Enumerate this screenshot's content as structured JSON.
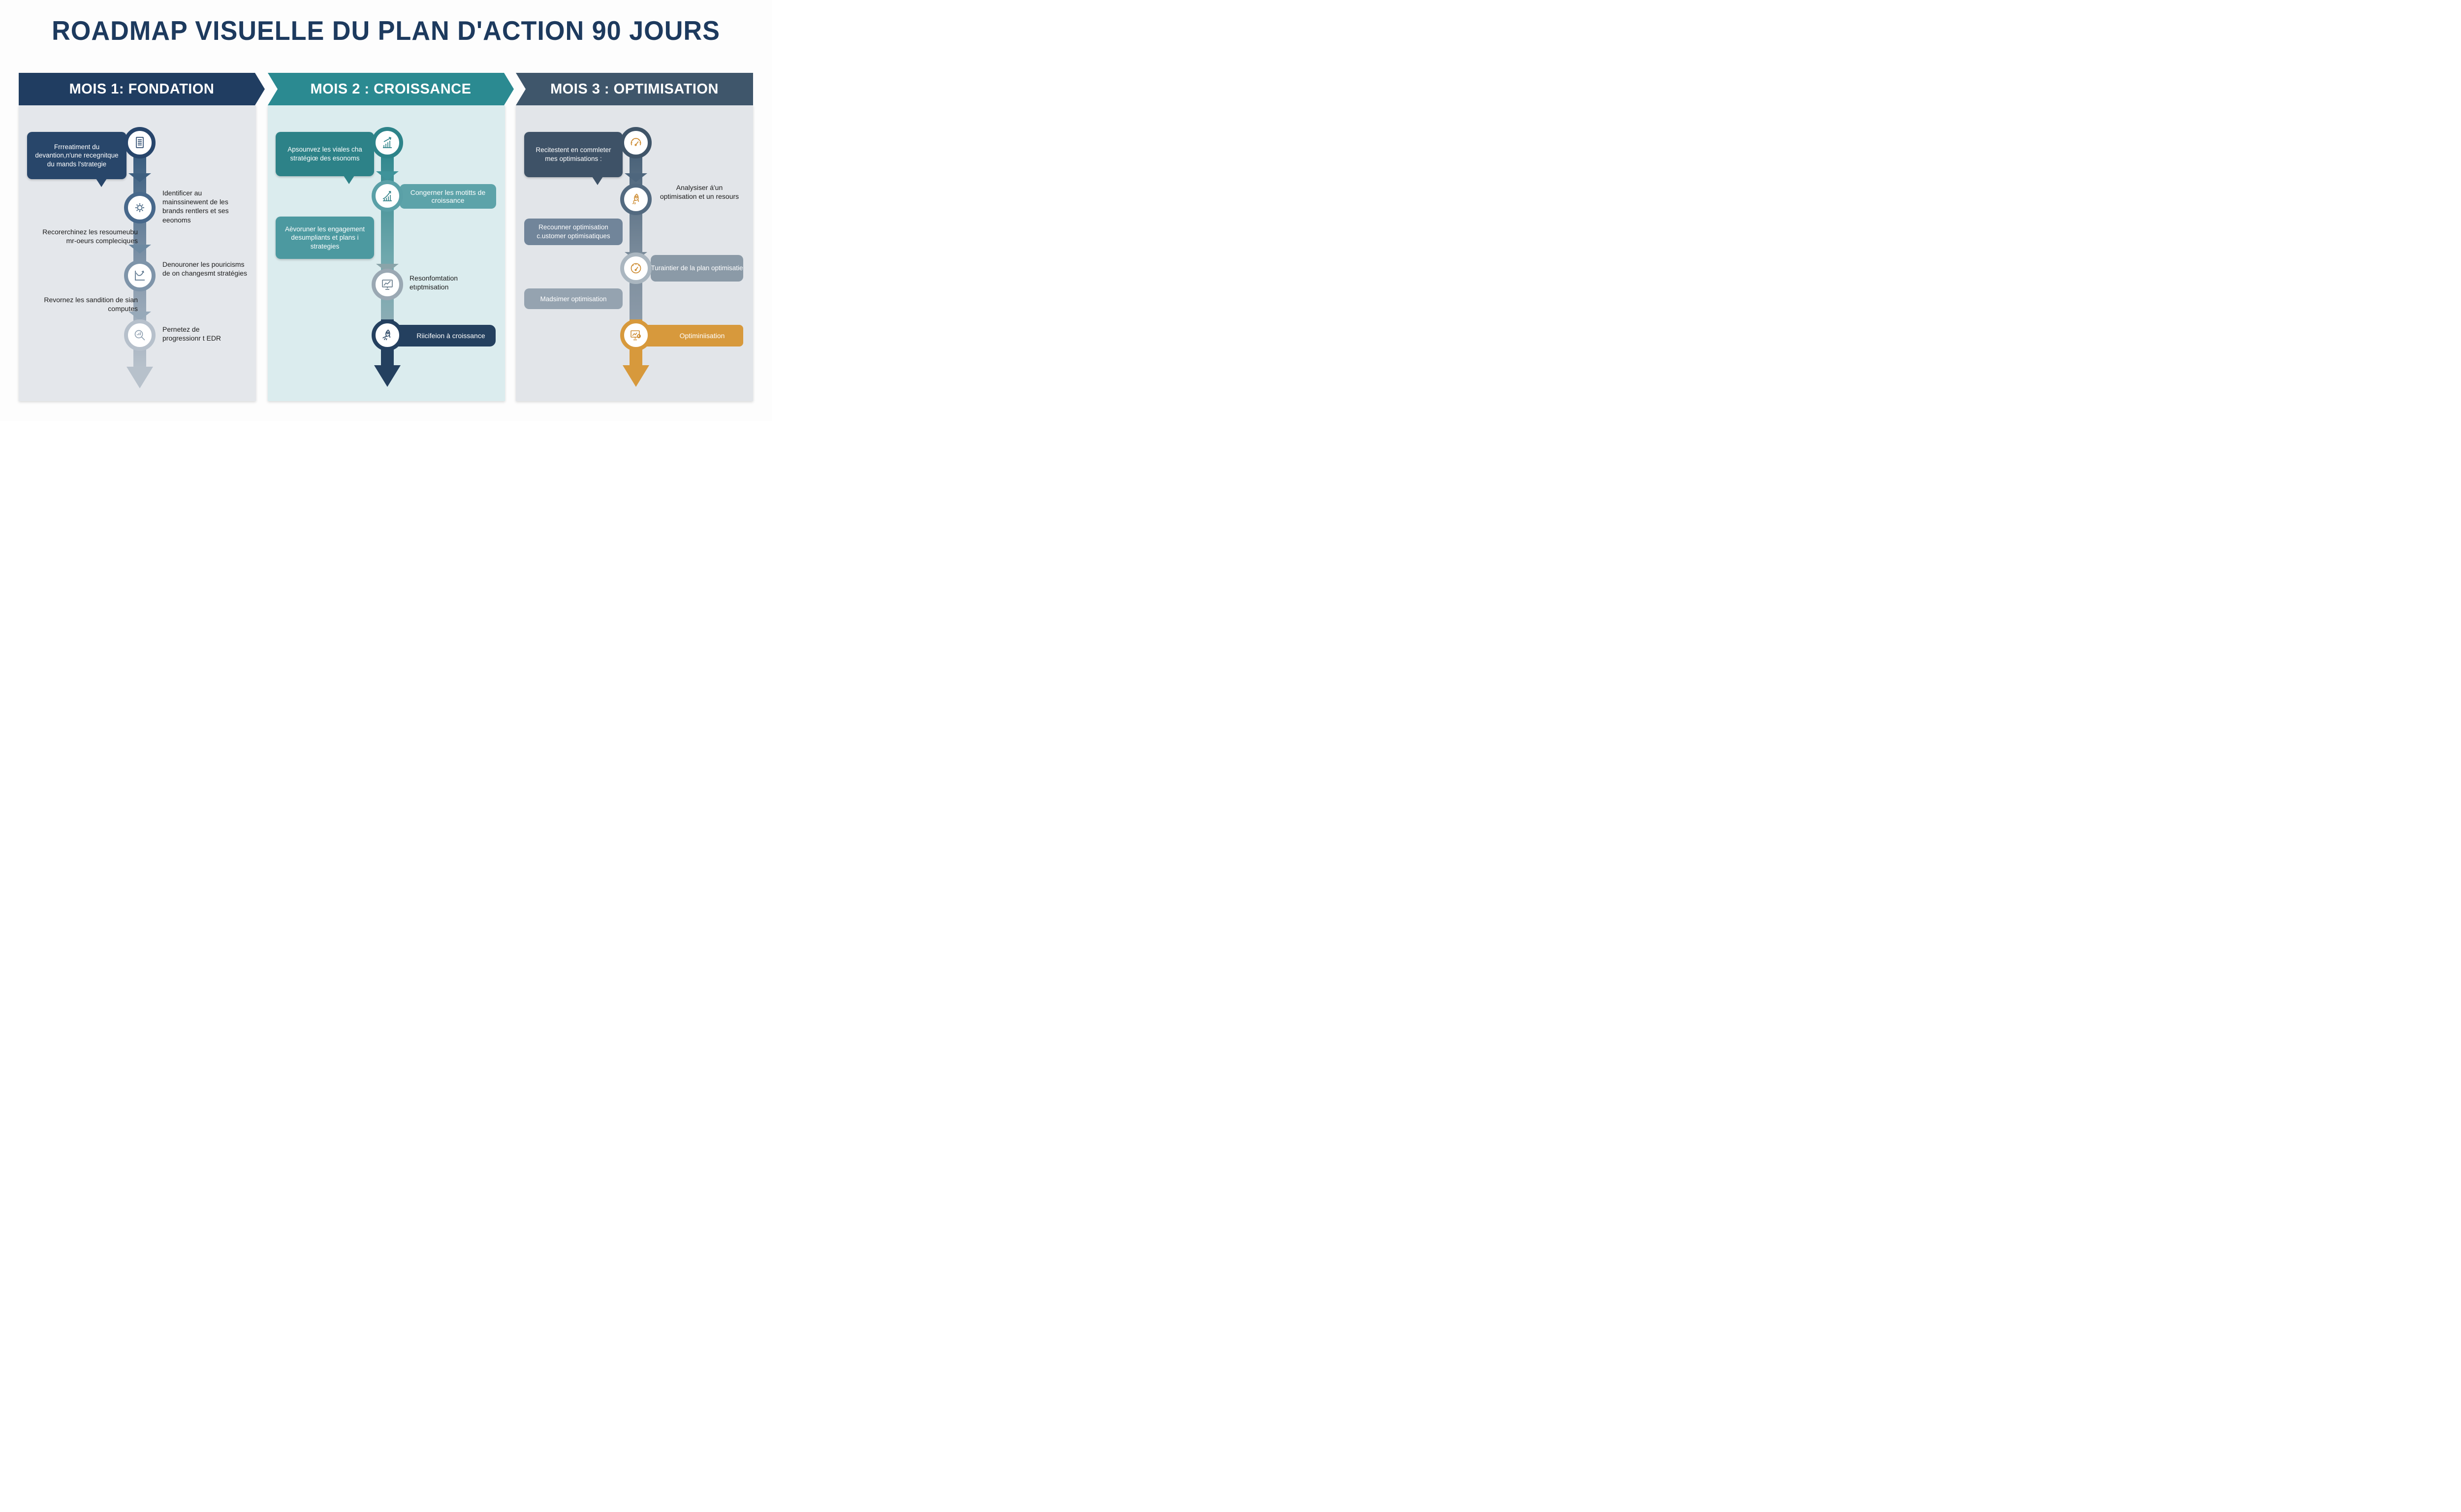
{
  "title": "ROADMAP VISUELLE DU PLAN D'ACTION 90 JOURS",
  "colors": {
    "title_navy": "#1d3a5e",
    "month1_header": "#203d61",
    "month2_header": "#2b8a91",
    "month3_header": "#3f566b",
    "accent_orange": "#d7993c"
  },
  "columns": [
    {
      "header": "MOIS 1: FONDATION",
      "items": [
        {
          "text": "Frrreatiment du devantion,n'une recegnitque du mands l'strategie",
          "icon": "document-icon"
        },
        {
          "text": "Identificer au mainssinewent de les brands rentlers et ses eeonoms",
          "icon": "gear-icon"
        },
        {
          "text": "Recorerchinez les resoumeubu mr-oeurs compleciques"
        },
        {
          "text": "Denouroner les pouricisms de on changesmt stratégies",
          "icon": "curve-chart-icon"
        },
        {
          "text": "Revornez les sandition de sian computes"
        },
        {
          "text": "Pernetez de progressionr t EDR",
          "icon": "search-chart-icon"
        }
      ]
    },
    {
      "header": "MOIS 2 : CROISSANCE",
      "items": [
        {
          "text": "Apsounvez les viales cha stratégiœ des esonoms",
          "icon": "bar-chart-up-icon"
        },
        {
          "text": "Congerner les motitts de croissance",
          "icon": "growth-chart-icon"
        },
        {
          "text": "Aèvoruner les engagement desumpliants et plans i strategies"
        },
        {
          "text": "Resonfomtation etıptmisation",
          "icon": "presentation-chart-icon"
        },
        {
          "text": "Riicifeion à croissance",
          "icon": "rocket-icon"
        }
      ]
    },
    {
      "header": "MOIS 3 : OPTIMISATION",
      "items": [
        {
          "text": "Recitestent en commleter mes optimisations :",
          "icon": "gauge-icon"
        },
        {
          "text": "Analysiser á'un optimisation et un resours",
          "icon": "rocket-icon"
        },
        {
          "text": "Recounner optimisation c.ustomer optimisatiques"
        },
        {
          "text": "Turaintier de la plan optimisatie",
          "icon": "gauge-icon"
        },
        {
          "text": "Madsimer optimisation"
        },
        {
          "text": "Optiminiisation",
          "icon": "monitor-gear-icon"
        }
      ]
    }
  ]
}
